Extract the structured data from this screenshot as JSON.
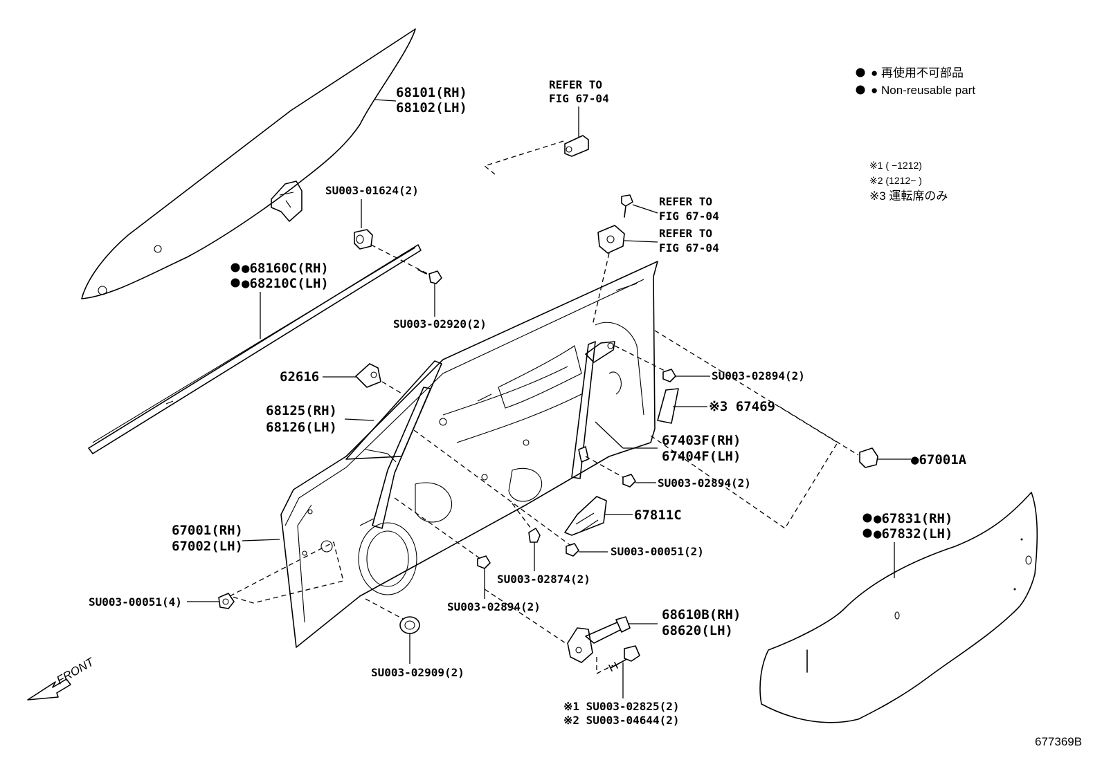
{
  "legend": {
    "line1": "● 再使用不可部品",
    "line2": "● Non-reusable part",
    "note1": "※1 (      −1212)",
    "note2": "※2 (1212−      )",
    "note3": "※3 運転席のみ"
  },
  "labels": {
    "glass_rh": "68101(RH)",
    "glass_lh": "68102(LH)",
    "refer_top_1": "REFER TO",
    "refer_top_2": "FIG 67-04",
    "refer_mid_a1": "REFER TO",
    "refer_mid_a2": "FIG 67-04",
    "refer_mid_b1": "REFER TO",
    "refer_mid_b2": "FIG 67-04",
    "su_01624": "SU003-01624(2)",
    "weather_rh": "●68160C(RH)",
    "weather_lh": "●68210C(LH)",
    "su_02920": "SU003-02920(2)",
    "p62616": "62616",
    "sash_rh": "68125(RH)",
    "sash_lh": "68126(LH)",
    "su_02894_a": "SU003-02894(2)",
    "note3_67469": "※3 67469",
    "p67001a": "●67001A",
    "reg_rh": "67403F(RH)",
    "reg_lh": "67404F(LH)",
    "su_02894_b": "SU003-02894(2)",
    "p67811c": "67811C",
    "door_rh": "67001(RH)",
    "door_lh": "67002(LH)",
    "film_rh": "●67831(RH)",
    "film_lh": "●67832(LH)",
    "su_00051_2": "SU003-00051(2)",
    "su_02874": "SU003-02874(2)",
    "su_00051_4": "SU003-00051(4)",
    "su_02894_c": "SU003-02894(2)",
    "check_rh": "68610B(RH)",
    "check_lh": "68620(LH)",
    "su_02909": "SU003-02909(2)",
    "su_02825": "※1 SU003-02825(2)",
    "su_04644": "※2 SU003-04644(2)",
    "front": "FRONT",
    "fig_id": "677369B"
  }
}
